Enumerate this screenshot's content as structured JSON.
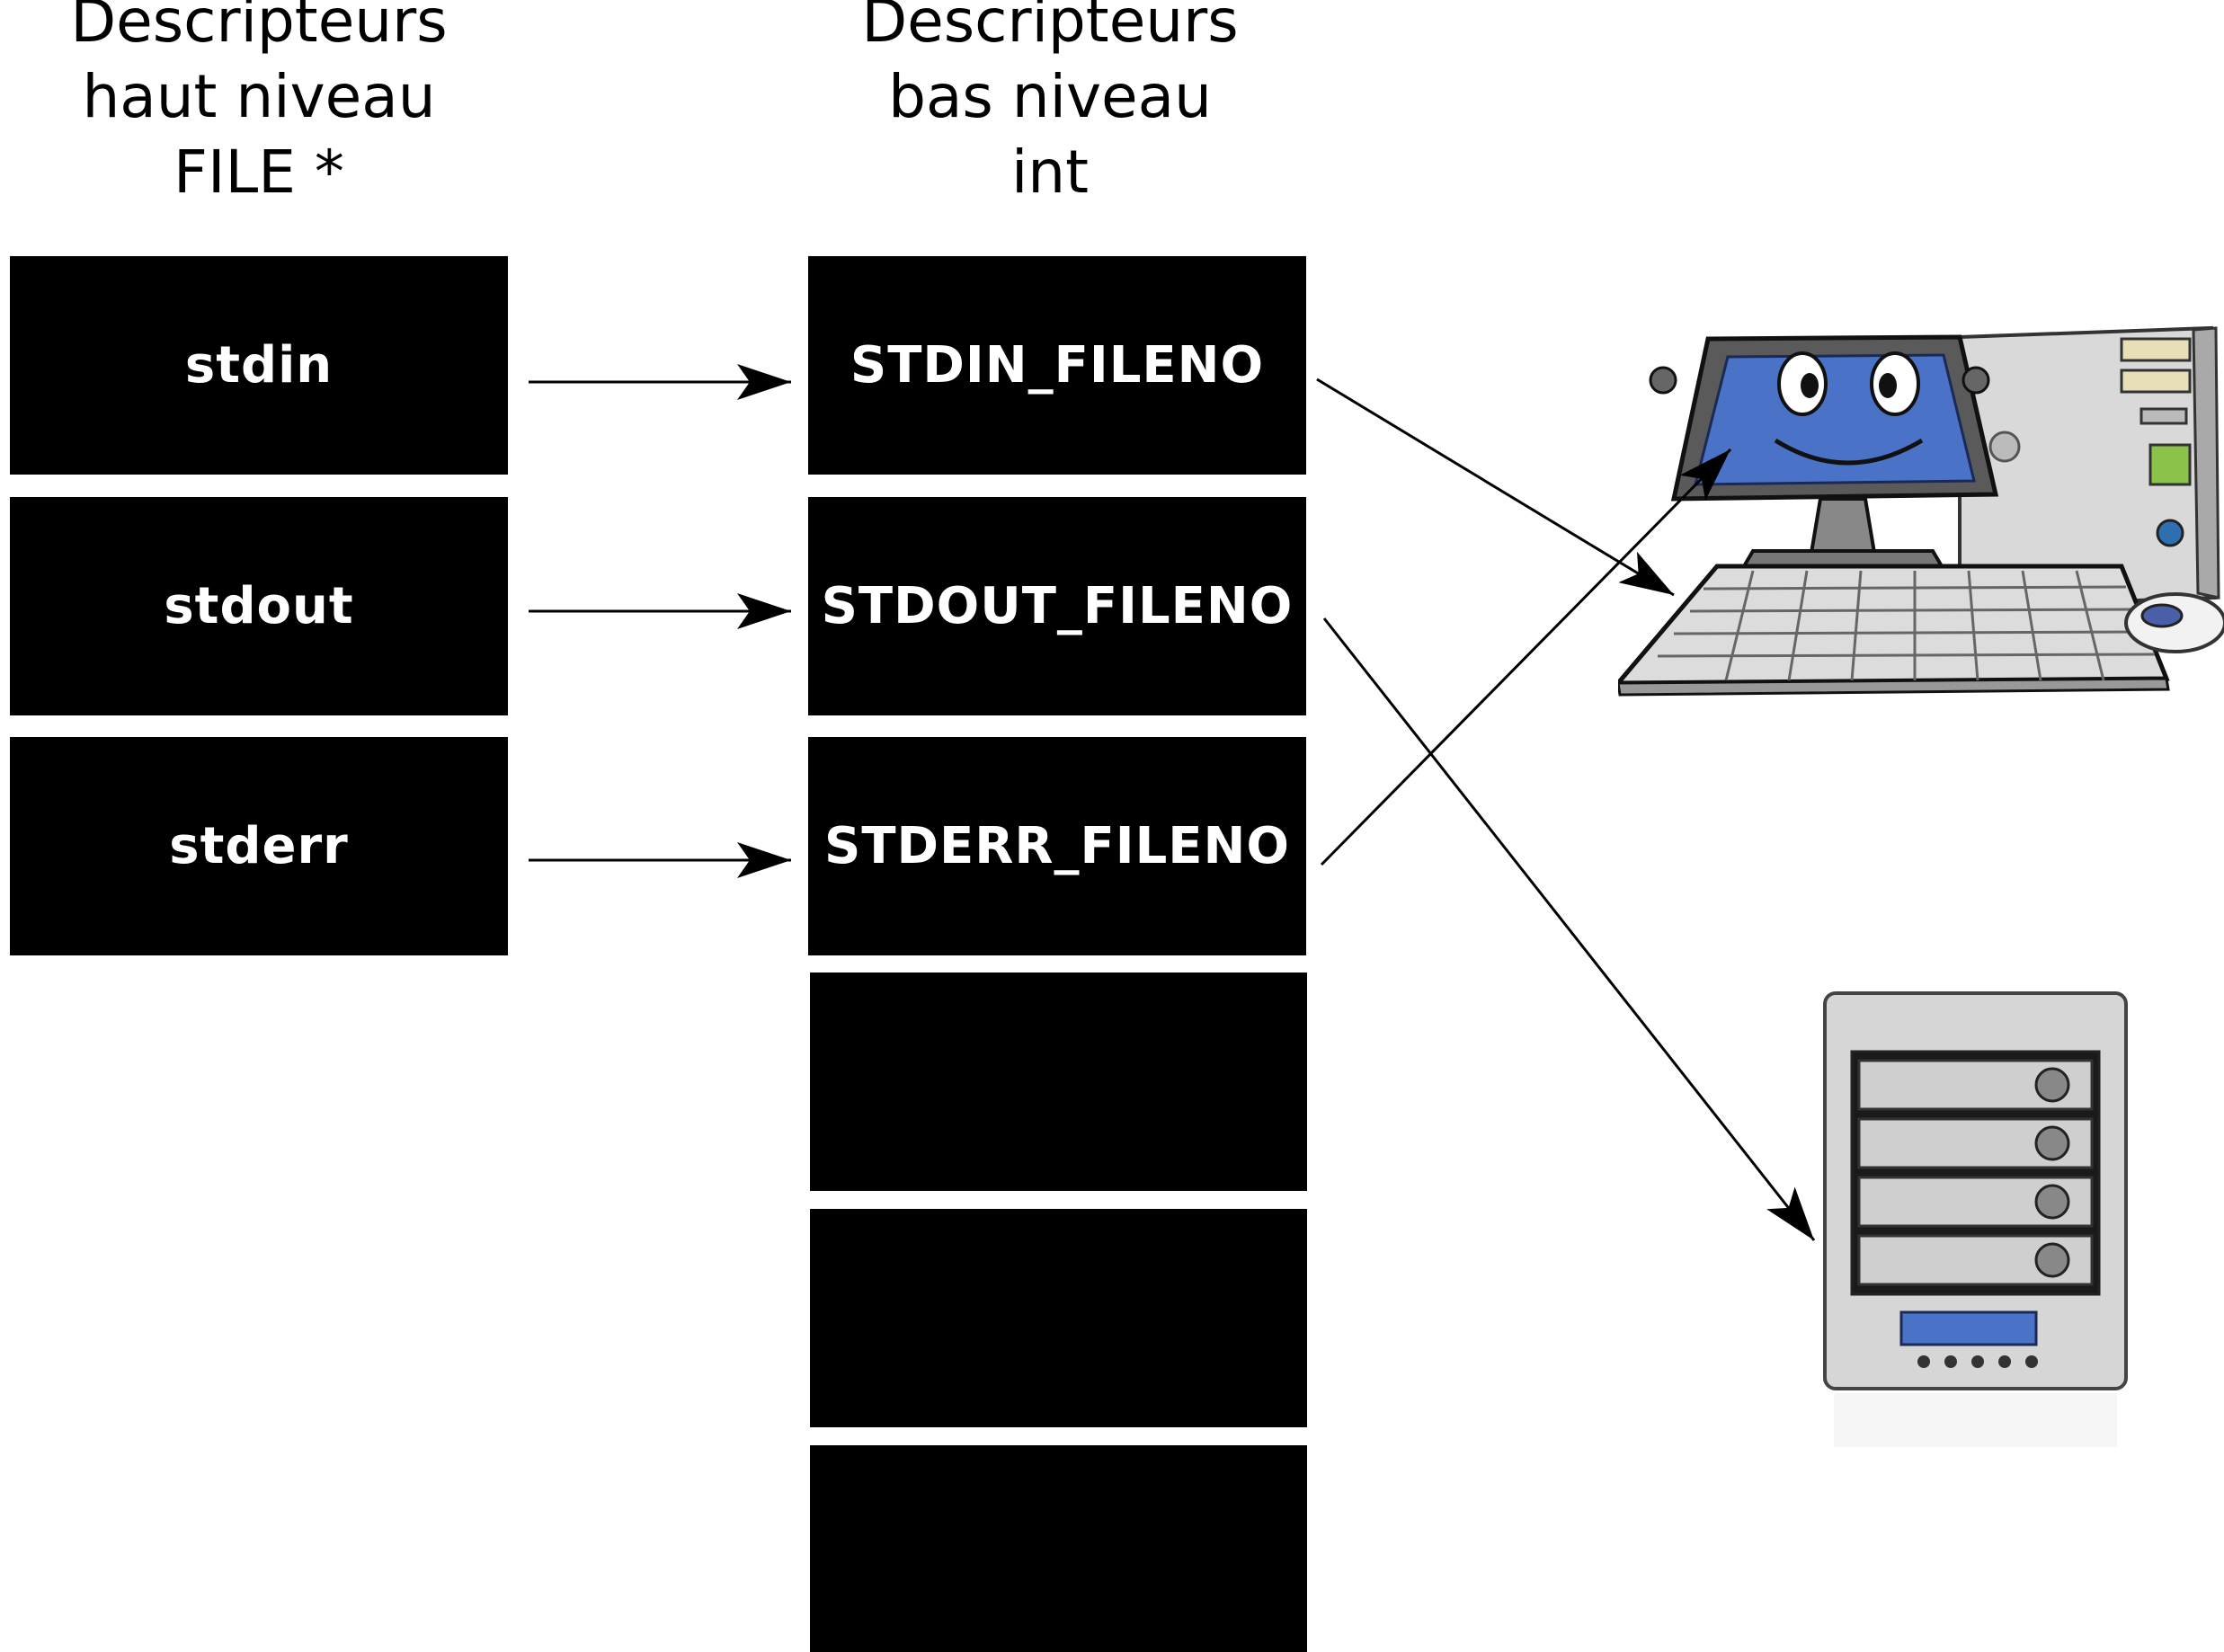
{
  "headings": {
    "high_level": [
      "Descripteurs",
      "haut niveau",
      "FILE *"
    ],
    "low_level": [
      "Descripteurs",
      "bas niveau",
      "int"
    ]
  },
  "high_level_descriptors": [
    "stdin",
    "stdout",
    "stderr"
  ],
  "low_level_descriptors": [
    "STDIN_FILENO",
    "STDOUT_FILENO",
    "STDERR_FILENO",
    "",
    "",
    ""
  ],
  "devices": [
    {
      "name": "computer",
      "icon": "computer-icon"
    },
    {
      "name": "storage server",
      "icon": "server-icon"
    }
  ],
  "links": [
    {
      "from": "stdin",
      "to": "STDIN_FILENO"
    },
    {
      "from": "stdout",
      "to": "STDOUT_FILENO"
    },
    {
      "from": "stderr",
      "to": "STDERR_FILENO"
    },
    {
      "from": "STDIN_FILENO",
      "to": "computer"
    },
    {
      "from": "STDERR_FILENO",
      "to": "computer"
    },
    {
      "from": "STDOUT_FILENO",
      "to": "storage server"
    }
  ],
  "colors": {
    "box_fill": "#000000",
    "box_text": "#ffffff",
    "screen_blue": "#4a73c8",
    "case_gray": "#d9d9d9"
  }
}
